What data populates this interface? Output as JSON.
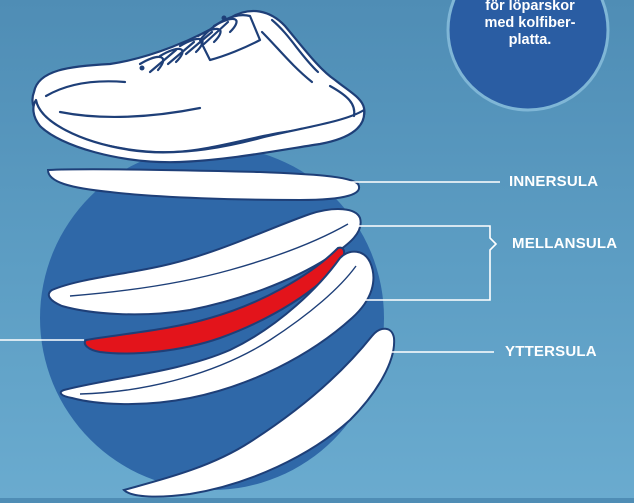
{
  "badge": {
    "lines": [
      "för löparskor",
      "med kolfiber-",
      "platta."
    ]
  },
  "labels": {
    "innersula": "INNERSULA",
    "mellansula": "MELLANSULA",
    "yttersula": "YTTERSULA"
  },
  "colors": {
    "background": "#5a9bc2",
    "circle": "#2f68a8",
    "badge": "#2a5da3",
    "outline": "#1e3f78",
    "carbon_plate": "#e3141b",
    "sole_fill": "#ffffff"
  }
}
